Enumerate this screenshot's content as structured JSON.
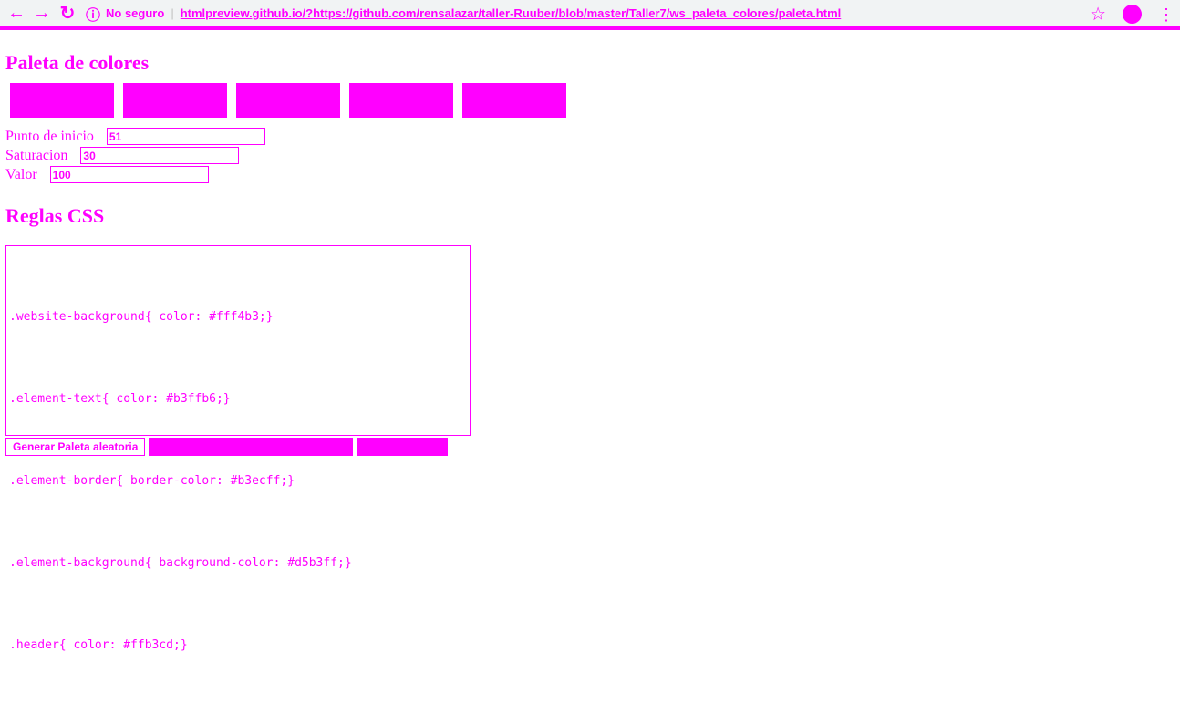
{
  "browser": {
    "security_label": "No seguro",
    "url": "htmlpreview.github.io/?https://github.com/rensalazar/taller-Ruuber/blob/master/Taller7/ws_paleta_colores/paleta.html"
  },
  "page": {
    "title_palette": "Paleta de colores",
    "title_css": "Reglas CSS"
  },
  "form": {
    "start_label": "Punto de inicio",
    "start_value": "51",
    "saturation_label": "Saturacion",
    "saturation_value": "30",
    "value_label": "Valor",
    "value_value": "100"
  },
  "css_rules": [
    ".website-background{ color: #fff4b3;}",
    ".element-text{ color: #b3ffb6;}",
    ".element-border{ border-color: #b3ecff;}",
    ".element-background{ background-color: #d5b3ff;}",
    ".header{ color: #ffb3cd;}"
  ],
  "actions": {
    "generate_label": "Generar Paleta aleatoria"
  },
  "colors": {
    "accent": "#ff00ff",
    "bar_bg": "#f1f3f4"
  }
}
